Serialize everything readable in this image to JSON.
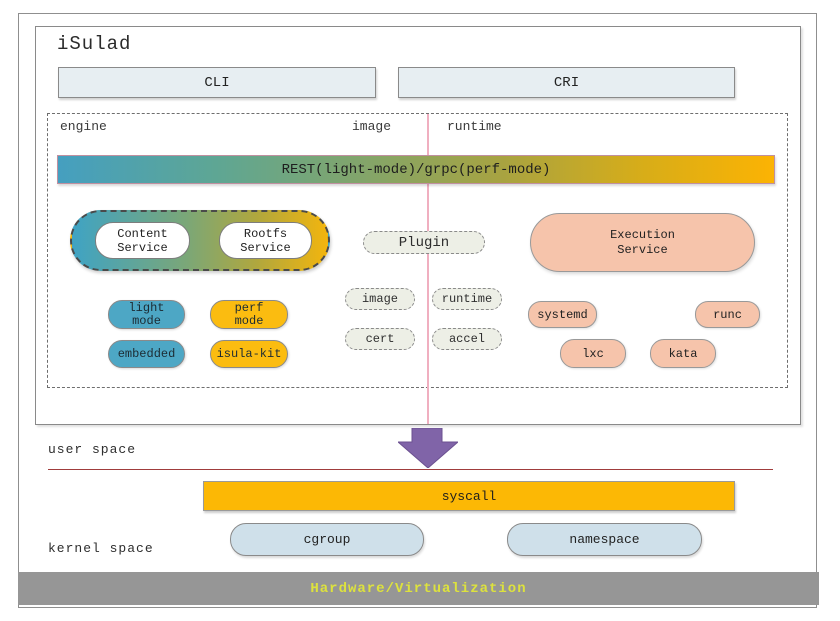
{
  "header": {
    "title": "iSulad"
  },
  "interfaces": {
    "cli": "CLI",
    "cri": "CRI"
  },
  "engine_area": {
    "section_labels": {
      "engine": "engine",
      "image": "image",
      "runtime": "runtime"
    },
    "rest_bar": "REST(light-mode)/grpc(perf-mode)",
    "services": {
      "content": "Content Service",
      "rootfs": "Rootfs Service"
    },
    "modes": [
      "light mode",
      "perf mode",
      "embedded",
      "isula-kit"
    ],
    "plugin": {
      "label": "Plugin",
      "items": [
        "image",
        "runtime",
        "cert",
        "accel"
      ]
    },
    "execution": {
      "label": "Execution Service",
      "runtimes": [
        "systemd",
        "runc",
        "lxc",
        "kata"
      ]
    }
  },
  "spaces": {
    "user": "user space",
    "kernel": "kernel space"
  },
  "kernel_area": {
    "syscall": "syscall",
    "primitives": [
      "cgroup",
      "namespace"
    ]
  },
  "hardware_bar": {
    "label": "Hardware/Virtualization"
  },
  "colors": {
    "teal": "#4da7c5",
    "yellow": "#fbbc10",
    "salmon": "#f6c4ab",
    "light_blue": "#cfe0ea",
    "syscall_yellow": "#fcb805",
    "purple_arrow": "#8064a8",
    "hardware_bg": "#969696",
    "hardware_text": "#dde23d",
    "pink_divider": "#f0afc0",
    "red_line": "#a03c3c"
  }
}
